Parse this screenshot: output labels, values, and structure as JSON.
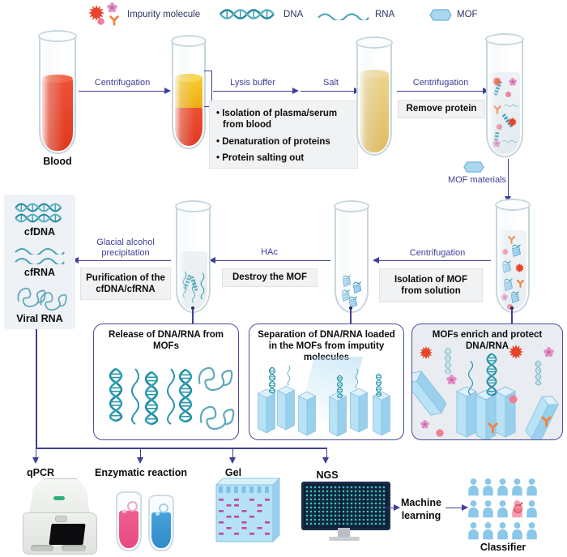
{
  "legend": {
    "impurity": "Impurity molecule",
    "dna": "DNA",
    "rna": "RNA",
    "mof": "MOF"
  },
  "row1": {
    "blood": "Blood",
    "centrifugation1": "Centrifugation",
    "lysis_buffer": "Lysis buffer",
    "salt": "Salt",
    "bullets": [
      "Isolation of plasma/serum from blood",
      "Denaturation of proteins",
      "Protein salting out"
    ],
    "centrifugation2": "Centrifugation",
    "remove_protein": "Remove protein",
    "mof_materials": "MOF materials"
  },
  "row2": {
    "centrifugation": "Centrifugation",
    "isolation_mof": "Isolation of MOF from solution",
    "hac": "HAc",
    "destroy_mof": "Destroy the MOF",
    "glacial": "Glacial alcohol precipitation",
    "purification": "Purification of the cfDNA/cfRNA",
    "cfdna": "cfDNA",
    "cfrna": "cfRNA",
    "viral_rna": "Viral RNA"
  },
  "boxes": {
    "release": "Release of DNA/RNA from MOFs",
    "separation": "Separation of DNA/RNA loaded in the MOFs from imputity molecules",
    "enrich": "MOFs enrich and protect DNA/RNA"
  },
  "bottom": {
    "qpcr": "qPCR",
    "enzymatic": "Enzymatic reaction",
    "gel": "Gel",
    "ngs": "NGS",
    "machine_learning": "Machine learning",
    "classifier": "Classifier"
  },
  "colors": {
    "arrow": "#3f4098",
    "teal_dna": "#1f8a9e",
    "mof_blue": "#aad7f0",
    "impurity_red": "#e8432b",
    "blood_red": "#e8442c",
    "plasma_yellow": "#f5c322",
    "gel_band": "#c2489e"
  }
}
